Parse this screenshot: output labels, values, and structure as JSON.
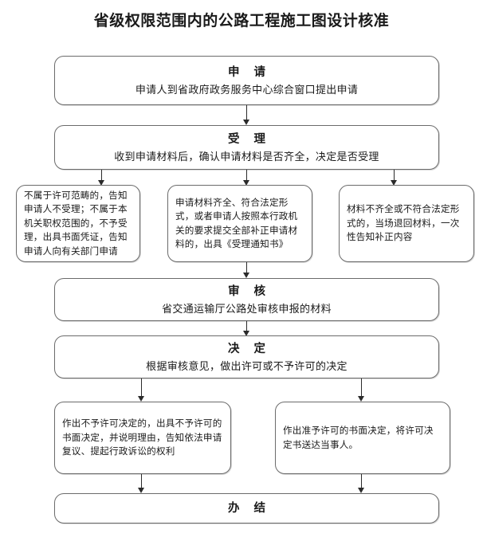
{
  "title": "省级权限范围内的公路工程施工图设计核准",
  "nodes": {
    "apply": {
      "stage": "申  请",
      "desc": "申请人到省政府政务服务中心综合窗口提出申请"
    },
    "accept": {
      "stage": "受  理",
      "desc": "收到申请材料后，确认申请材料是否齐全，决定是否受理"
    },
    "branch_not_permitted": {
      "body": "不属于许可范畴的，告知申请人不受理；不属于本机关职权范围的，不予受理，出具书面凭证，告知申请人向有关部门申请"
    },
    "branch_complete": {
      "body": "申请材料齐全、符合法定形式，或者申请人按照本行政机关的要求提交全部补正申请材料的，出具《受理通知书》"
    },
    "branch_incomplete": {
      "body": "材料不齐全或不符合法定形式的，当场退回材料，一次性告知补正内容"
    },
    "review": {
      "stage": "审  核",
      "desc": "省交通运输厅公路处审核申报的材料"
    },
    "decision": {
      "stage": "决  定",
      "desc": "根据审核意见，做出许可或不予许可的决定"
    },
    "decision_deny": {
      "body": "作出不予许可决定的，出具不予许可的书面决定，并说明理由，告知依法申请复议、提起行政诉讼的权利"
    },
    "decision_grant": {
      "body": "作出准予许可的书面决定，将许可决定书送达当事人。"
    },
    "complete": {
      "stage": "办  结"
    }
  },
  "colors": {
    "box_border": "#6b6b6b",
    "connector": "#2b2b2b",
    "text": "#1a1a1a",
    "background": "#ffffff"
  }
}
